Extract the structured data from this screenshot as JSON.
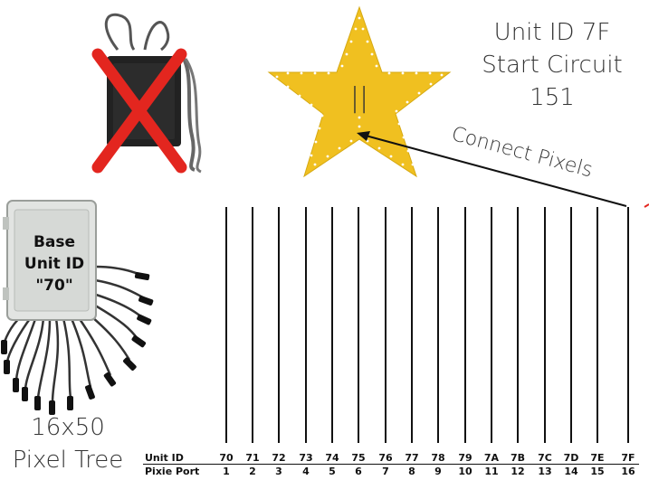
{
  "callout": {
    "line1": "Unit ID 7F",
    "line2": "Start Circuit 151",
    "connect_label": "Connect Pixels"
  },
  "star": {
    "mark": "||",
    "color": "#f0c020"
  },
  "controller_box": {
    "line1": "Base",
    "line2": "Unit ID",
    "line3": "\"70\""
  },
  "tree_caption": {
    "line1": "16x50",
    "line2": "Pixel Tree"
  },
  "cross_color": "#e3261f",
  "table": {
    "row1_label": "Unit ID",
    "row2_label": "Pixie Port",
    "unit_ids": [
      "70",
      "71",
      "72",
      "73",
      "74",
      "75",
      "76",
      "77",
      "78",
      "79",
      "7A",
      "7B",
      "7C",
      "7D",
      "7E",
      "7F"
    ],
    "ports": [
      "1",
      "2",
      "3",
      "4",
      "5",
      "6",
      "7",
      "8",
      "9",
      "10",
      "11",
      "12",
      "13",
      "14",
      "15",
      "16"
    ]
  }
}
